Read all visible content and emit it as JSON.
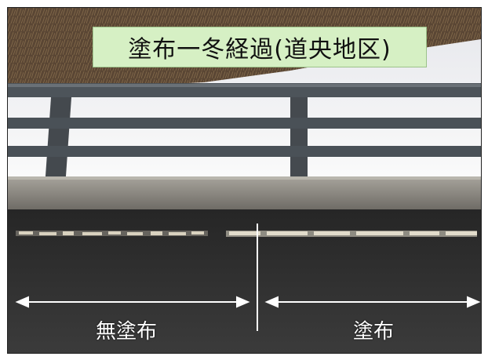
{
  "photo": {
    "title": "塗布一冬経過(道央地区)",
    "label_untreated": "無塗布",
    "label_treated": "塗布",
    "colors": {
      "title_background": "#d6f0c4",
      "label_text": "#ffffff",
      "asphalt": "#2f2f2f",
      "snow": "#f4f4f6",
      "guardrail": "#4b5258",
      "curb": "#8f8c85"
    },
    "icons": [
      "arrow-left-icon",
      "arrow-right-icon",
      "divider-line"
    ]
  }
}
